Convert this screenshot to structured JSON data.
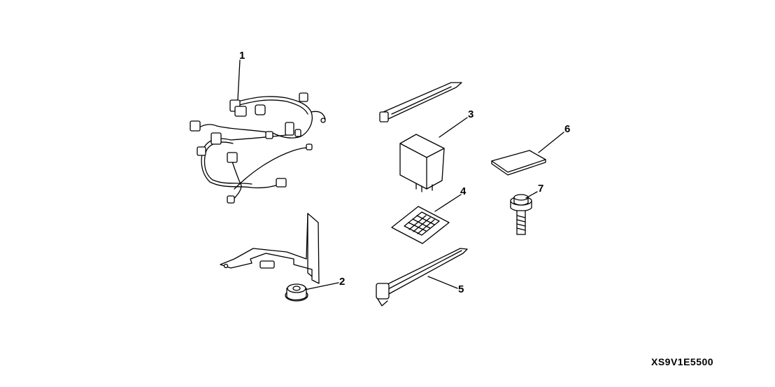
{
  "diagram": {
    "callouts": [
      "1",
      "2",
      "3",
      "4",
      "5",
      "6",
      "7"
    ],
    "parts": [
      {
        "ref": "1",
        "name": "wire-harness"
      },
      {
        "ref": "2",
        "name": "flange-nut"
      },
      {
        "ref": "3",
        "name": "relay"
      },
      {
        "ref": "4",
        "name": "label-sticker"
      },
      {
        "ref": "5",
        "name": "cable-tie"
      },
      {
        "ref": "6",
        "name": "adhesive-pad"
      },
      {
        "ref": "7",
        "name": "flange-bolt"
      }
    ],
    "diagram_code": "XS9V1E5500"
  }
}
